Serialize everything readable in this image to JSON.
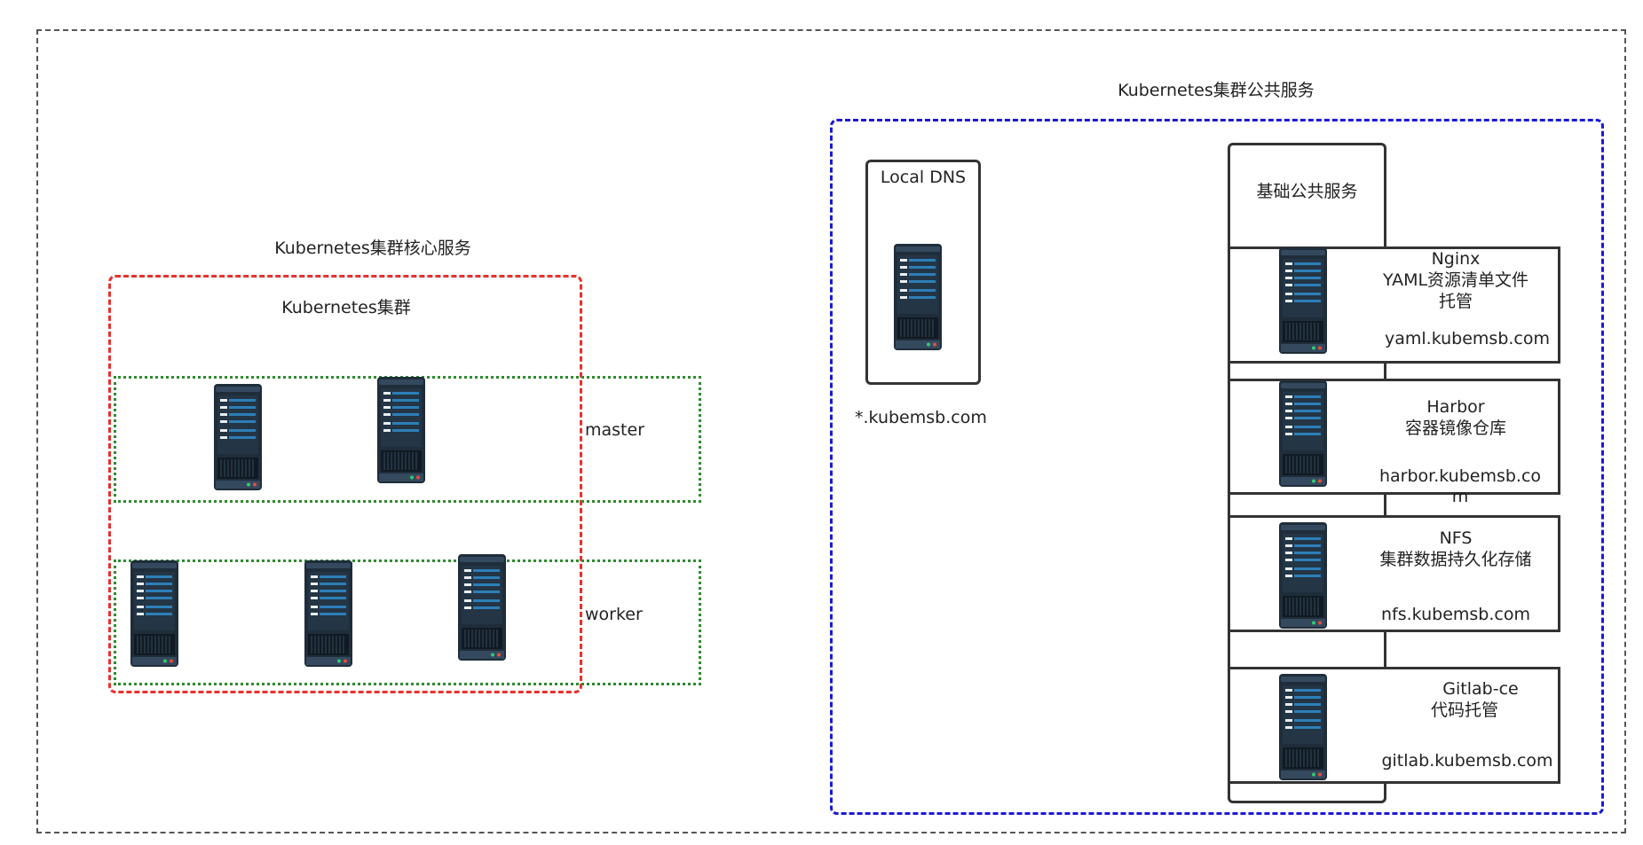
{
  "core": {
    "title": "Kubernetes集群核心服务",
    "cluster_label": "Kubernetes集群",
    "master_label": "master",
    "worker_label": "worker"
  },
  "public": {
    "title": "Kubernetes集群公共服务",
    "dns": {
      "title": "Local DNS",
      "domain": "*.kubemsb.com"
    },
    "base": {
      "title": "基础公共服务"
    },
    "services": [
      {
        "name": "Nginx",
        "desc_line1": "YAML资源清单文件",
        "desc_line2": "托管",
        "domain": "yaml.kubemsb.com"
      },
      {
        "name": "Harbor",
        "desc_line1": "容器镜像仓库",
        "domain": "harbor.kubemsb.co",
        "domain_wrap": "m"
      },
      {
        "name": "NFS",
        "desc_line1": "集群数据持久化存储",
        "domain": "nfs.kubemsb.com"
      },
      {
        "name": "Gitlab-ce",
        "desc_line1": "代码托管",
        "domain": "gitlab.kubemsb.com"
      }
    ]
  },
  "colors": {
    "outer_border": "#555555",
    "core_border": "#e8302c",
    "role_border": "#2e8b2e",
    "public_border": "#1a1ad6",
    "box_border": "#333333",
    "server_body": "#2b3e4f",
    "server_bay": "#2d7fb8"
  },
  "icons": {
    "server": "server-icon"
  }
}
